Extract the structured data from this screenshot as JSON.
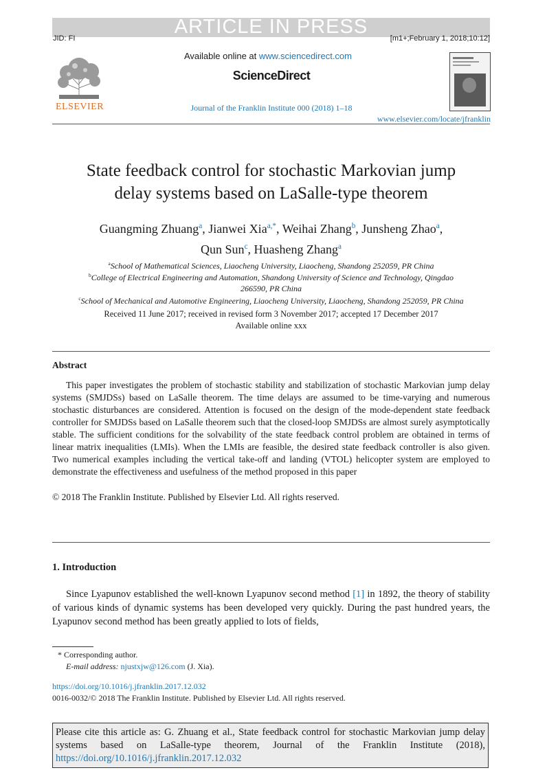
{
  "header": {
    "banner": "ARTICLE IN PRESS",
    "jid": "JID: FI",
    "pubinfo": "[m1+;February 1, 2018;10:12]",
    "available_prefix": "Available online at ",
    "available_url": "www.sciencedirect.com",
    "sciencedirect": "ScienceDirect",
    "publisher_logo": "ELSEVIER",
    "journal_line": "Journal of the Franklin Institute 000 (2018) 1–18",
    "journal_url": "www.elsevier.com/locate/jfranklin"
  },
  "article": {
    "title_line1": "State feedback control for stochastic Markovian jump",
    "title_line2": "delay systems based on LaSalle-type theorem",
    "authors": [
      {
        "name": "Guangming Zhuang",
        "sup": "a"
      },
      {
        "name": "Jianwei Xia",
        "sup": "a,*"
      },
      {
        "name": "Weihai Zhang",
        "sup": "b"
      },
      {
        "name": "Junsheng Zhao",
        "sup": "a"
      },
      {
        "name": "Qun Sun",
        "sup": "c"
      },
      {
        "name": "Huasheng Zhang",
        "sup": "a"
      }
    ],
    "affiliations": [
      {
        "sup": "a",
        "text": "School of Mathematical Sciences, Liaocheng University, Liaocheng, Shandong 252059, PR China"
      },
      {
        "sup": "b",
        "text": "College of Electrical Engineering and Automation, Shandong University of Science and Technology, Qingdao",
        "text2": "266590, PR China"
      },
      {
        "sup": "c",
        "text": "School of Mechanical and Automotive Engineering, Liaocheng University, Liaocheng, Shandong 252059, PR China"
      }
    ],
    "received": "Received 11 June 2017; received in revised form 3 November 2017; accepted 17 December 2017",
    "available_online": "Available online xxx"
  },
  "abstract": {
    "heading": "Abstract",
    "body": "This paper investigates the problem of stochastic stability and stabilization of stochastic Markovian jump delay systems (SMJDSs) based on LaSalle theorem. The time delays are assumed to be time-varying and numerous stochastic disturbances are considered. Attention is focused on the design of the mode-dependent state feedback controller for SMJDSs based on LaSalle theorem such that the closed-loop SMJDSs are almost surely asymptotically stable. The sufficient conditions for the solvability of the state feedback control problem are obtained in terms of linear matrix inequalities (LMIs). When the LMIs are feasible, the desired state feedback controller is also given. Two numerical examples including the vertical take-off and landing (VTOL) helicopter system are employed to demonstrate the effectiveness and usefulness of the method proposed in this paper",
    "copyright": "© 2018 The Franklin Institute. Published by Elsevier Ltd. All rights reserved."
  },
  "intro": {
    "heading": "1. Introduction",
    "text_before_ref": "Since Lyapunov established the well-known Lyapunov second method ",
    "ref": "[1]",
    "text_after_ref": " in 1892, the theory of stability of various kinds of dynamic systems has been developed very quickly. During the past hundred years, the Lyapunov second method has been greatly applied to lots of fields,"
  },
  "footnotes": {
    "mark": "*",
    "corresponding": "Corresponding author.",
    "email_label": "E-mail address:",
    "email": "njustxjw@126.com",
    "email_suffix": " (J. Xia).",
    "doi": "https://doi.org/10.1016/j.jfranklin.2017.12.032",
    "issn": "0016-0032/© 2018 The Franklin Institute. Published by Elsevier Ltd. All rights reserved."
  },
  "cite": {
    "text": "Please cite this article as: G. Zhuang et al., State feedback control for stochastic Markovian jump delay systems based on LaSalle-type theorem, Journal of the Franklin Institute (2018),",
    "doi": "https://doi.org/10.1016/j.jfranklin.2017.12.032"
  },
  "icons": {
    "publisher_logo": "elsevier-tree-icon",
    "cover": "journal-cover-thumbnail"
  }
}
